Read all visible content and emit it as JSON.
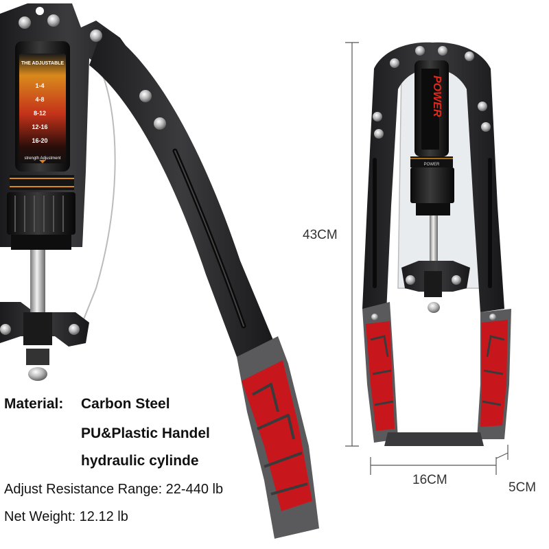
{
  "cylinder_label": {
    "title": "THE ADJUSTABLE",
    "levels": [
      "1-4",
      "4-8",
      "8-12",
      "12-16",
      "16-20"
    ],
    "footer": "strength Adjustment"
  },
  "cylinder_right": {
    "brand": "POWER",
    "ring_text": "POWER"
  },
  "dimensions": {
    "height": "43CM",
    "width": "16CM",
    "depth": "5CM"
  },
  "specs": {
    "material_label": "Material:",
    "material_1": "Carbon Steel",
    "material_2": "PU&Plastic Handel",
    "material_3": "hydraulic cylinde",
    "resistance": "Adjust Resistance Range: 22-440 lb",
    "weight": "Net Weight: 12.12 lb"
  },
  "colors": {
    "frame": "#2a2a2c",
    "grip_red": "#c8171c",
    "grip_gray": "#5a5a5c"
  }
}
